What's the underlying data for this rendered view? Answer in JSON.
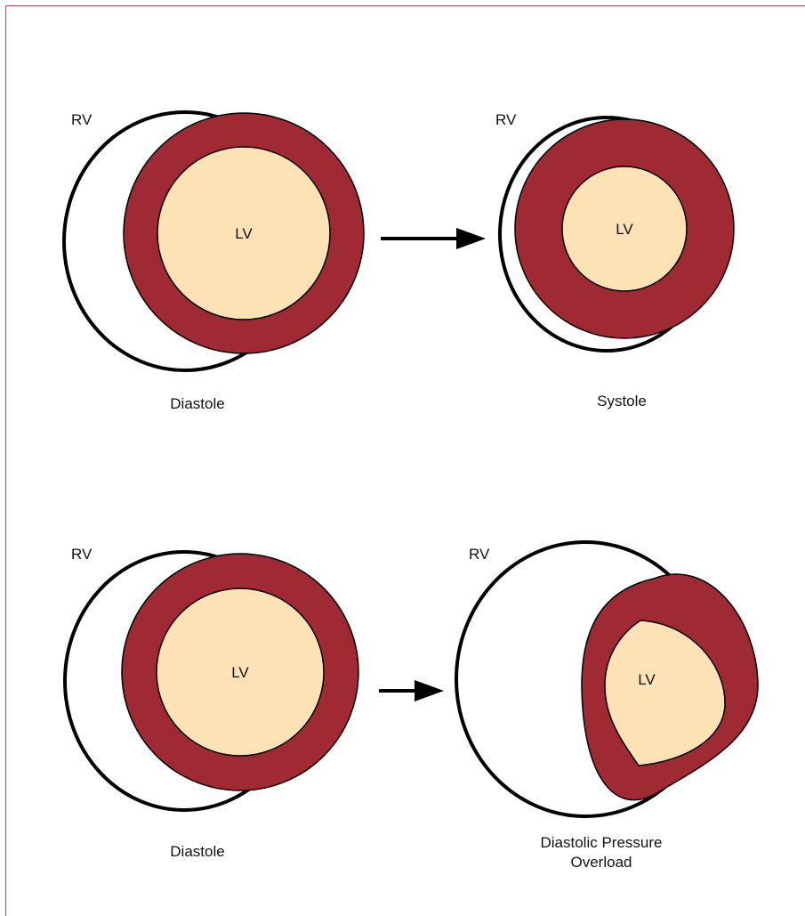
{
  "colors": {
    "myocardium": "#a02a33",
    "cavity": "#fde2b6",
    "outline": "#000000",
    "frame": "#b5505a"
  },
  "panels": [
    {
      "rv_label": "RV",
      "lv_label": "LV",
      "caption": "Diastole"
    },
    {
      "rv_label": "RV",
      "lv_label": "LV",
      "caption": "Systole"
    },
    {
      "rv_label": "RV",
      "lv_label": "LV",
      "caption": "Diastole"
    },
    {
      "rv_label": "RV",
      "lv_label": "LV",
      "caption_line1": "Diastolic Pressure",
      "caption_line2": "Overload"
    }
  ]
}
